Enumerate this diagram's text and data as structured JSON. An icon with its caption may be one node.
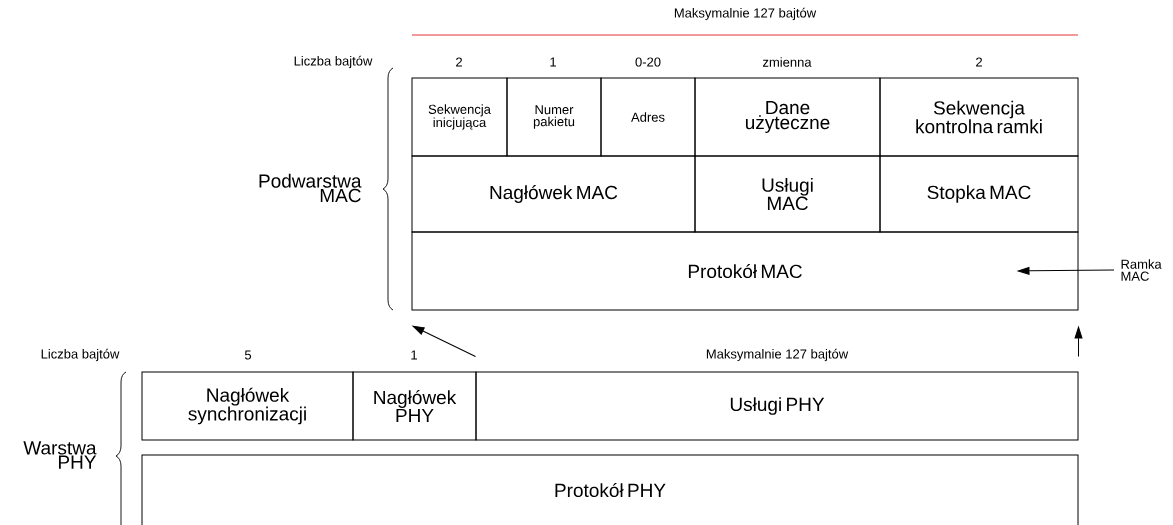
{
  "diagram": {
    "nodes": [
      {
        "text": [
          "Sekwencja inicjująca"
        ]
      },
      {
        "text": [
          "Numer pakietu"
        ]
      },
      {
        "text": [
          "Adres"
        ]
      },
      {
        "text": [
          "Dane użyteczne"
        ]
      },
      {
        "text": [
          "Sekwencja kontrolna ramki"
        ]
      },
      {
        "text": [
          "Nagłówek MAC"
        ]
      },
      {
        "text": [
          "Usługi MAC"
        ]
      },
      {
        "text": [
          "Stopka MAC"
        ]
      },
      {
        "text": [
          "Protokół MAC"
        ]
      },
      {
        "text": [
          "Nagłówek synchronizacji"
        ]
      },
      {
        "text": [
          "Nagłówek PHY"
        ]
      },
      {
        "text": [
          "Usługi PHY"
        ]
      },
      {
        "text": [
          "Protokół PHY"
        ]
      },
      {
        "text": [
          "Ramka MAC"
        ]
      }
    ],
    "edges": [
      {
        "from": 13,
        "to": 8,
        "arrow": "to"
      },
      {
        "from": 11,
        "to": 8,
        "arrow": "to"
      },
      {
        "from": 11,
        "to": 8,
        "arrow": "to"
      }
    ],
    "labels": [
      "Maksymalnie 127 bajtów",
      "Liczba bajtów",
      "2",
      "1",
      "0-20",
      "zmienna",
      "2",
      "Podwarstwa MAC",
      "Liczba bajtów",
      "5",
      "1",
      "Maksymalnie 127 bajtów",
      "Warstwa PHY"
    ]
  }
}
